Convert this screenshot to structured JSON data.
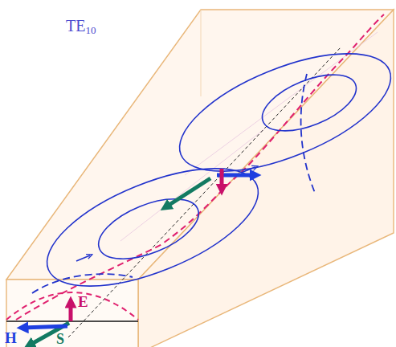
{
  "diagram": {
    "labels": [
      "TE10",
      "E",
      "H",
      "S"
    ]
  }
}
